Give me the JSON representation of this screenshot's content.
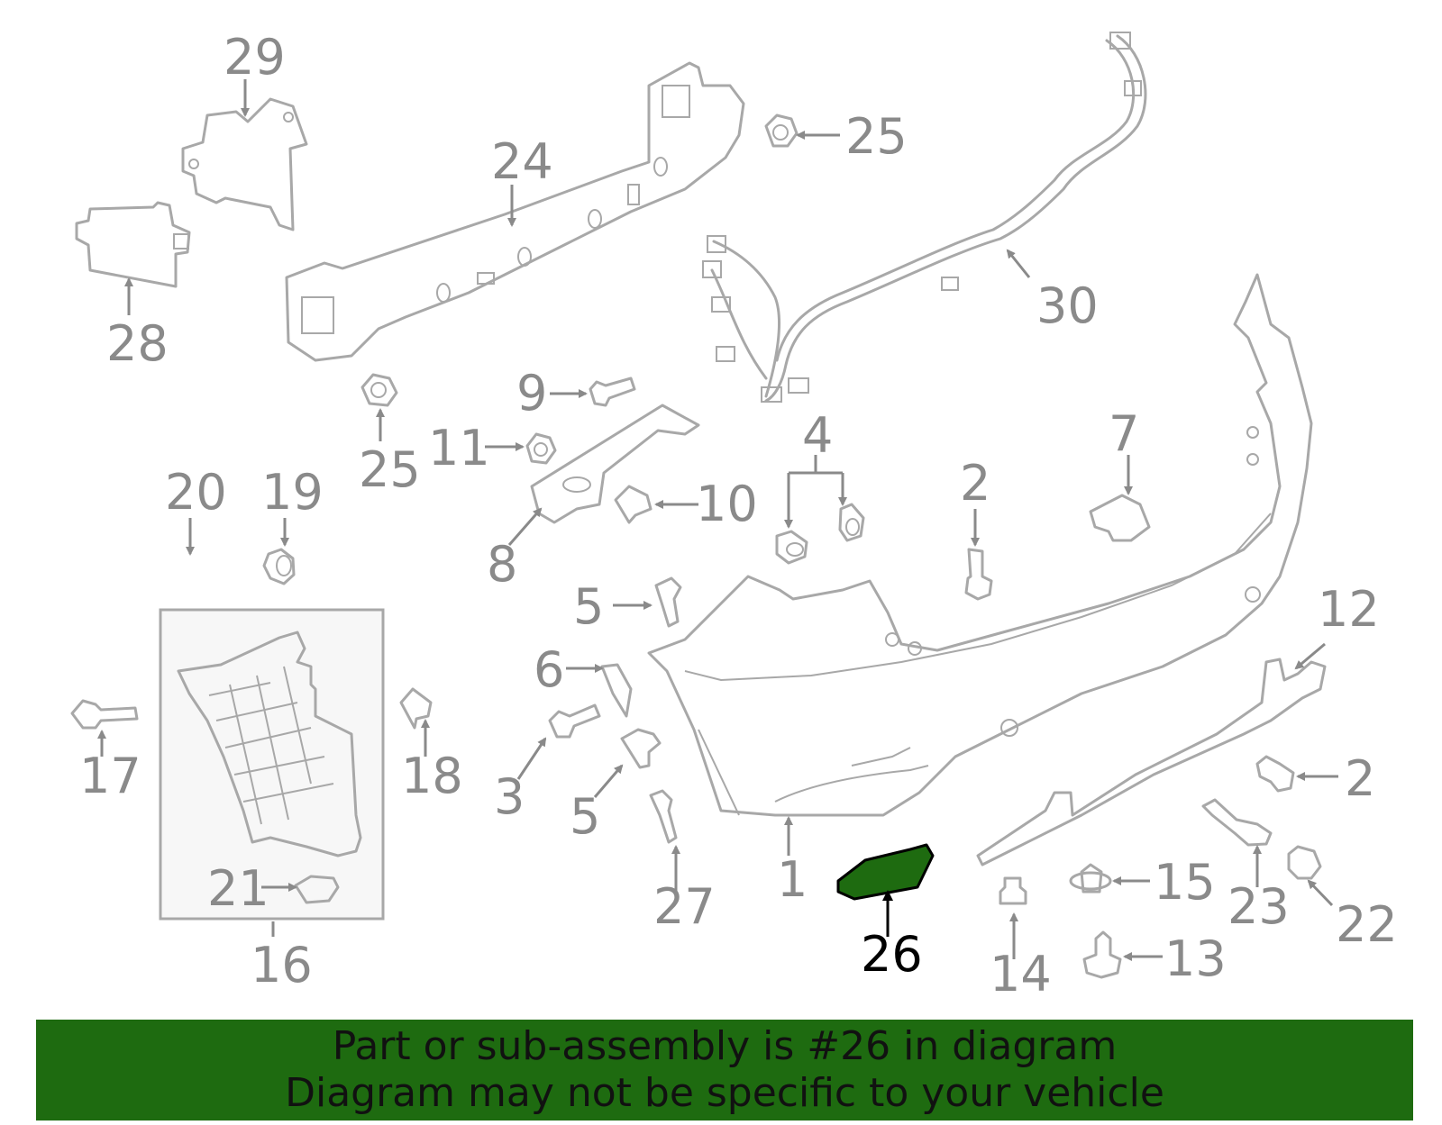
{
  "diagram": {
    "labels": {
      "l1": "1",
      "l2a": "2",
      "l2b": "2",
      "l3": "3",
      "l4": "4",
      "l5a": "5",
      "l5b": "5",
      "l6": "6",
      "l7": "7",
      "l8": "8",
      "l9": "9",
      "l10": "10",
      "l11": "11",
      "l12": "12",
      "l13": "13",
      "l14": "14",
      "l15": "15",
      "l16": "16",
      "l17": "17",
      "l18": "18",
      "l19": "19",
      "l20": "20",
      "l21": "21",
      "l22": "22",
      "l23": "23",
      "l24": "24",
      "l25a": "25",
      "l25b": "25",
      "l26": "26",
      "l27": "27",
      "l28": "28",
      "l29": "29",
      "l30": "30"
    },
    "highlight_part": "26",
    "highlight_color": "#1e6b10",
    "part_color": "#a8a8a8",
    "label_color": "#8a8a8a"
  },
  "banner": {
    "line1": "Part or sub-assembly is #26 in diagram",
    "line2": "Diagram may not be specific to your vehicle",
    "background": "#1e6b10"
  }
}
